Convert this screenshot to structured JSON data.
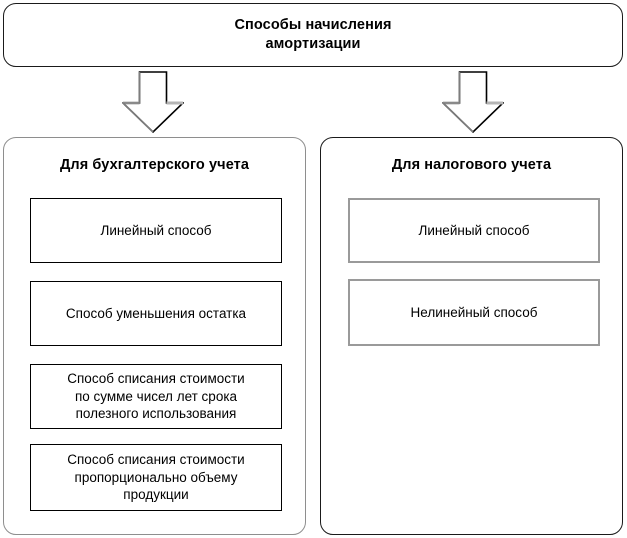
{
  "banner": {
    "title_lines": [
      "Способы начисления",
      "амортизации"
    ]
  },
  "arrows": [
    {
      "name": "arrow-left",
      "direction": "down"
    },
    {
      "name": "arrow-right",
      "direction": "down"
    }
  ],
  "columns": [
    {
      "key": "accounting",
      "title": "Для бухгалтерского учета",
      "border_color": "#8e8e8e",
      "box_border_color": "#000000",
      "methods": [
        {
          "lines": [
            "Линейный способ"
          ]
        },
        {
          "lines": [
            "Способ уменьшения остатка"
          ]
        },
        {
          "lines": [
            "Способ списания стоимости",
            "по сумме чисел лет срока",
            "полезного использования"
          ]
        },
        {
          "lines": [
            "Способ списания стоимости",
            "пропорционально объему",
            "продукции"
          ]
        }
      ]
    },
    {
      "key": "tax",
      "title": "Для налогового учета",
      "border_color": "#1a1a1a",
      "box_border_color": "#9a9a9a",
      "methods": [
        {
          "lines": [
            "Линейный способ"
          ]
        },
        {
          "lines": [
            "Нелинейный способ"
          ]
        }
      ]
    }
  ]
}
